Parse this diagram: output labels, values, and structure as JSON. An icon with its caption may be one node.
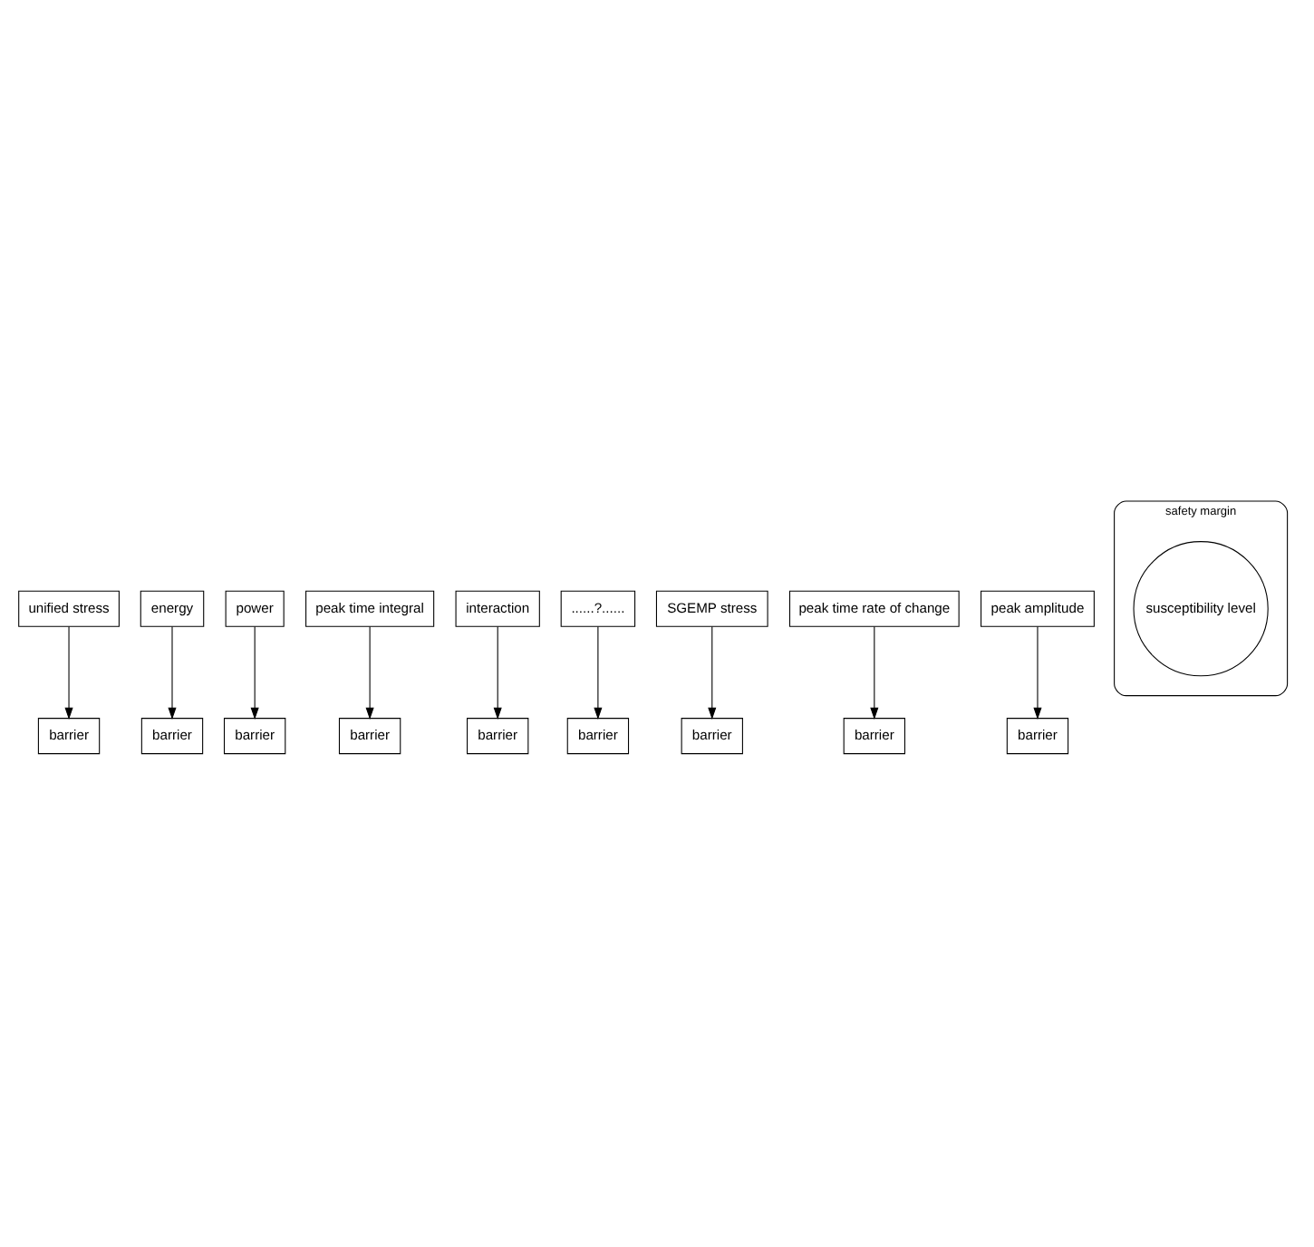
{
  "diagram": {
    "nodes": [
      {
        "text": [
          "unified stress"
        ]
      },
      {
        "text": [
          "barrier"
        ]
      },
      {
        "text": [
          "energy"
        ]
      },
      {
        "text": [
          "barrier"
        ]
      },
      {
        "text": [
          "power"
        ]
      },
      {
        "text": [
          "barrier"
        ]
      },
      {
        "text": [
          "peak time integral"
        ]
      },
      {
        "text": [
          "barrier"
        ]
      },
      {
        "text": [
          "interaction"
        ]
      },
      {
        "text": [
          "barrier"
        ]
      },
      {
        "text": [
          "......?......"
        ]
      },
      {
        "text": [
          "barrier"
        ]
      },
      {
        "text": [
          "SGEMP stress"
        ]
      },
      {
        "text": [
          "barrier"
        ]
      },
      {
        "text": [
          "peak time rate of change"
        ]
      },
      {
        "text": [
          "barrier"
        ]
      },
      {
        "text": [
          "peak amplitude"
        ]
      },
      {
        "text": [
          "barrier"
        ]
      },
      {
        "text": [
          "safety margin"
        ]
      },
      {
        "text": [
          "susceptibility level"
        ],
        "in": 18
      }
    ],
    "edges": [
      {
        "from": 0,
        "to": 1,
        "arrow": "to"
      },
      {
        "from": 2,
        "to": 3,
        "arrow": "to"
      },
      {
        "from": 4,
        "to": 5,
        "arrow": "to"
      },
      {
        "from": 6,
        "to": 7,
        "arrow": "to"
      },
      {
        "from": 8,
        "to": 9,
        "arrow": "to"
      },
      {
        "from": 10,
        "to": 11,
        "arrow": "to"
      },
      {
        "from": 12,
        "to": 13,
        "arrow": "to"
      },
      {
        "from": 14,
        "to": 15,
        "arrow": "to"
      },
      {
        "from": 16,
        "to": 17,
        "arrow": "to"
      }
    ]
  }
}
